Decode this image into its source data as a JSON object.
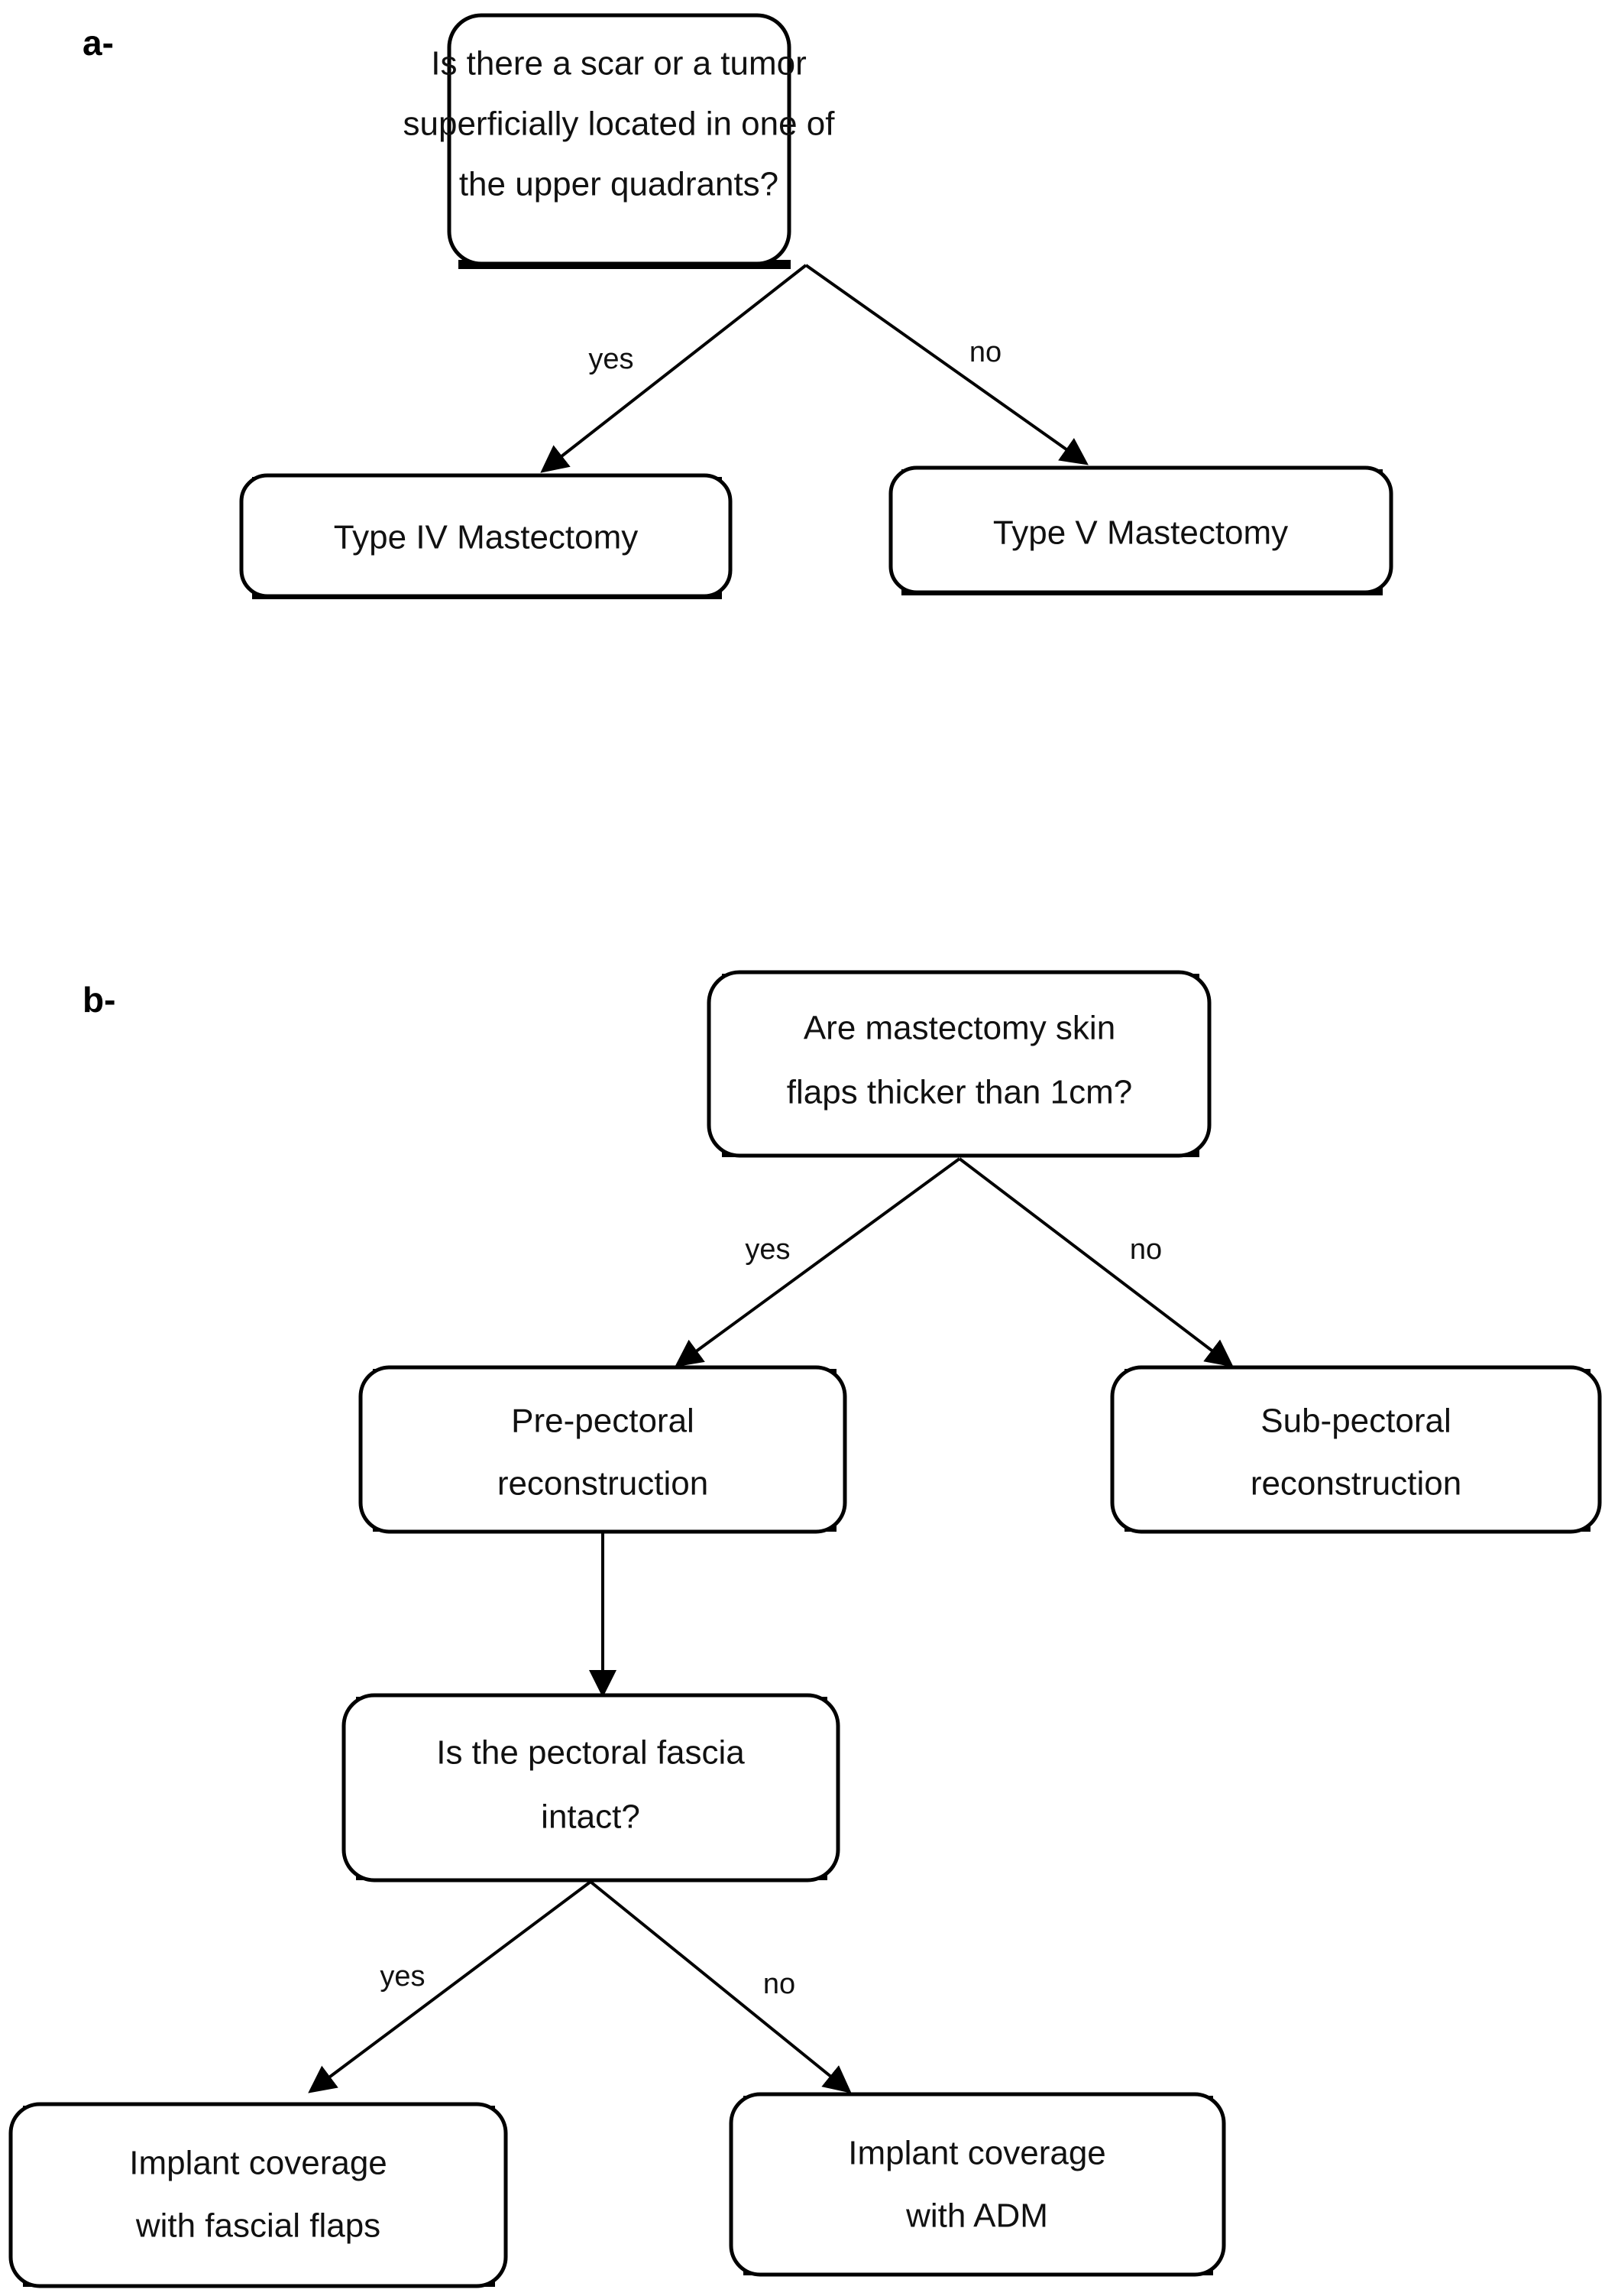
{
  "figure": {
    "background_color": "#ffffff",
    "stroke_color": "#000000",
    "text_color": "#111111"
  },
  "panels": [
    {
      "label": "a-",
      "nodes": {
        "decision": {
          "lines": [
            "Is there a scar or a tumor",
            "superficially located in one of",
            "the upper quadrants?"
          ]
        },
        "outcome_yes": {
          "lines": [
            "Type IV Mastectomy"
          ]
        },
        "outcome_no": {
          "lines": [
            "Type V Mastectomy"
          ]
        }
      },
      "edges": [
        {
          "label": "yes",
          "from": "decision",
          "to": "outcome_yes"
        },
        {
          "label": "no",
          "from": "decision",
          "to": "outcome_no"
        }
      ]
    },
    {
      "label": "b-",
      "nodes": {
        "decision_flaps": {
          "lines": [
            "Are mastectomy skin",
            "flaps thicker than 1cm?"
          ]
        },
        "pre_pectoral": {
          "lines": [
            "Pre-pectoral",
            "reconstruction"
          ]
        },
        "sub_pectoral": {
          "lines": [
            "Sub-pectoral",
            "reconstruction"
          ]
        },
        "decision_fascia": {
          "lines": [
            "Is the pectoral fascia",
            "intact?"
          ]
        },
        "coverage_fascial": {
          "lines": [
            "Implant coverage",
            "with fascial flaps"
          ]
        },
        "coverage_adm": {
          "lines": [
            "Implant coverage",
            "with ADM"
          ]
        }
      },
      "edges": [
        {
          "label": "yes",
          "from": "decision_flaps",
          "to": "pre_pectoral"
        },
        {
          "label": "no",
          "from": "decision_flaps",
          "to": "sub_pectoral"
        },
        {
          "label": "",
          "from": "pre_pectoral",
          "to": "decision_fascia"
        },
        {
          "label": "yes",
          "from": "decision_fascia",
          "to": "coverage_fascial"
        },
        {
          "label": "no",
          "from": "decision_fascia",
          "to": "coverage_adm"
        }
      ]
    }
  ]
}
